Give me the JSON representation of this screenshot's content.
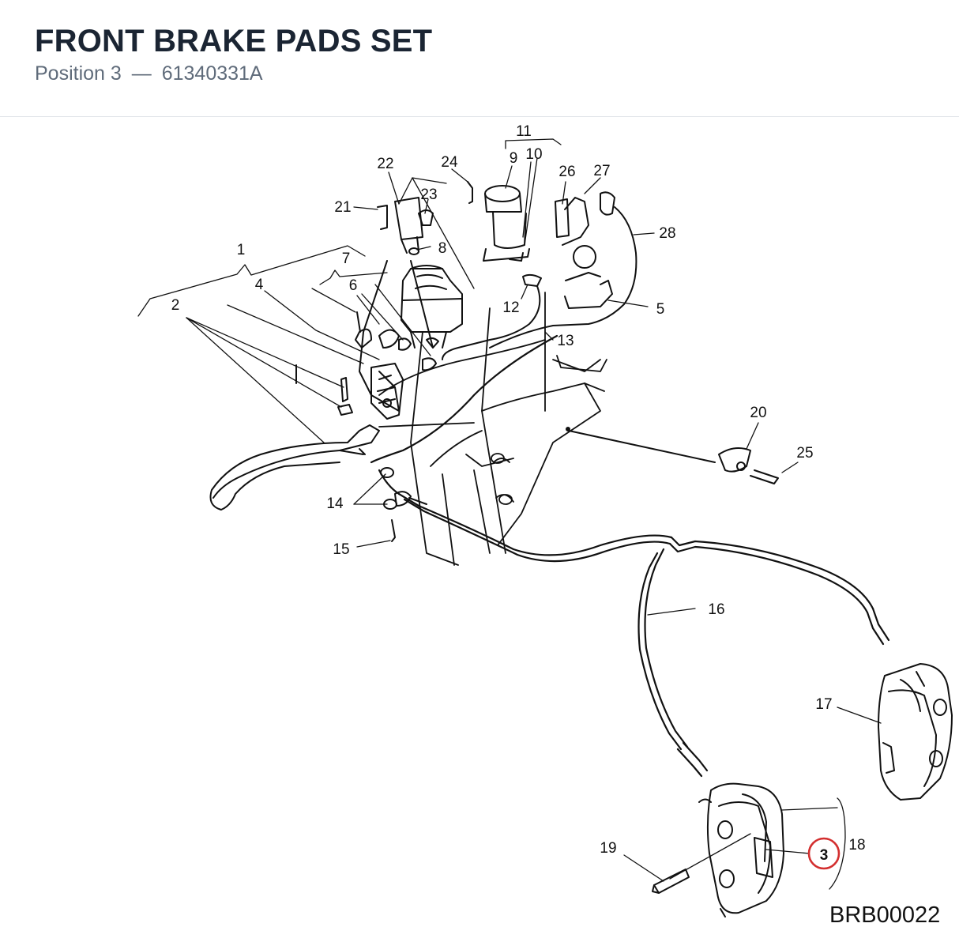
{
  "header": {
    "title": "FRONT BRAKE PADS SET",
    "position_label": "Position 3",
    "separator": "—",
    "part_number": "61340331A"
  },
  "diagram": {
    "callouts": [
      "1",
      "2",
      "3",
      "4",
      "5",
      "6",
      "7",
      "8",
      "9",
      "10",
      "11",
      "12",
      "13",
      "14",
      "15",
      "16",
      "17",
      "18",
      "19",
      "20",
      "21",
      "22",
      "23",
      "24",
      "25",
      "26",
      "27",
      "28"
    ],
    "highlighted_callout": "3",
    "highlight_color": "#d32f2f",
    "drawing_code": "BRB00022"
  }
}
